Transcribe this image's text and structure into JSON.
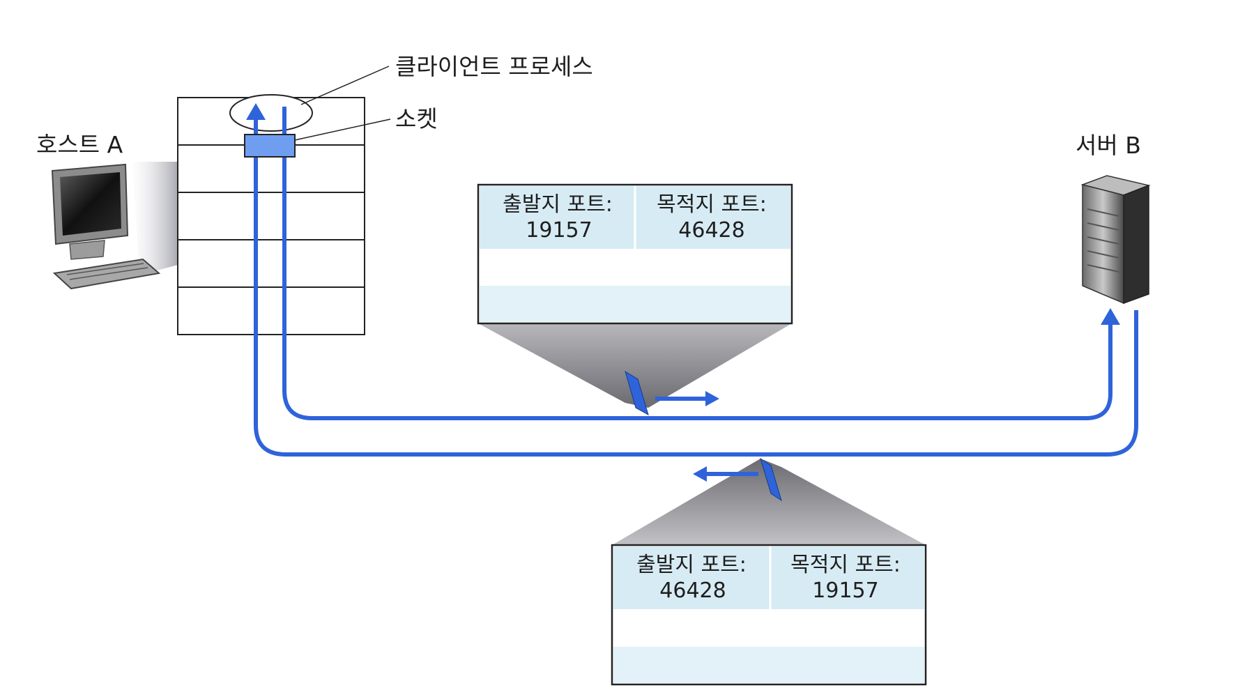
{
  "labels": {
    "client_process": "클라이언트 프로세스",
    "socket": "소켓",
    "host": "호스트 A",
    "server": "서버 B"
  },
  "segments": [
    {
      "src_label": "출발지 포트:",
      "src_value": "19157",
      "dst_label": "목적지 포트:",
      "dst_value": "46428",
      "direction": "right"
    },
    {
      "src_label": "출발지 포트:",
      "src_value": "46428",
      "dst_label": "목적지 포트:",
      "dst_value": "19157",
      "direction": "left"
    }
  ],
  "colors": {
    "path": "#2f63d9",
    "socket_fill": "#6f9df0",
    "segment_header": "#d7ebf4",
    "segment_band": "#e3f1f8"
  }
}
